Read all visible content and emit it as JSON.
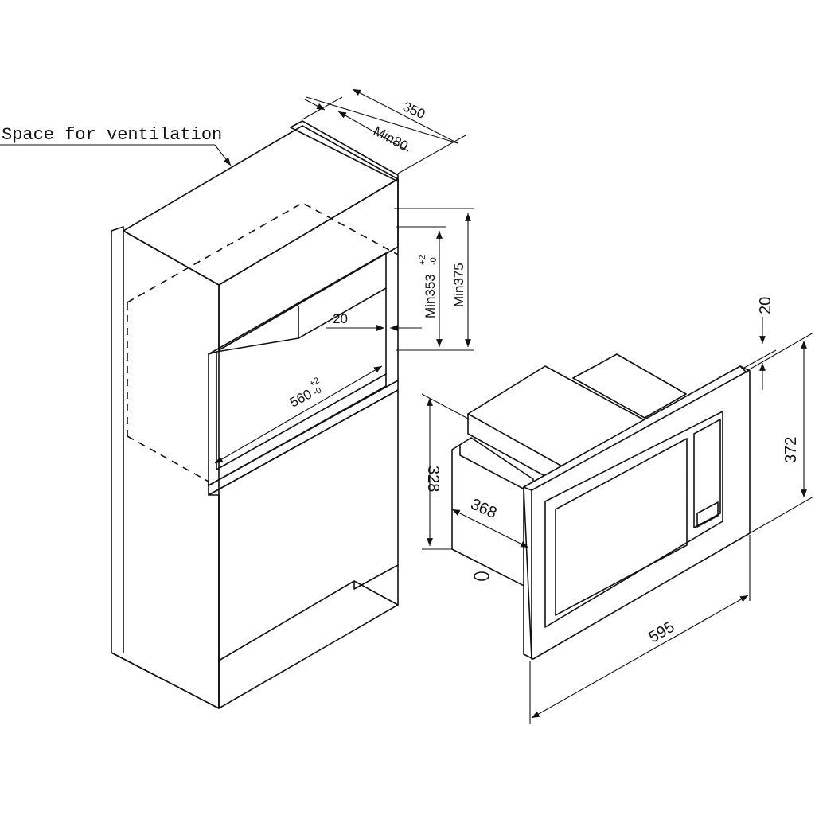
{
  "callout": {
    "ventilation": "Space for ventilation"
  },
  "dimensions": {
    "cabinet_depth": "350",
    "vent_gap": "Min80",
    "opening_height": "Min353",
    "opening_height_tol_plus": "+2",
    "opening_height_tol_minus": "-0",
    "opening_height_outer": "Min375",
    "side_gap": "20",
    "opening_width": "560",
    "opening_width_tol_plus": "+2",
    "opening_width_tol_minus": "-0",
    "frame_top": "20",
    "frame_height": "372",
    "body_height": "328",
    "body_depth": "368",
    "frame_width": "595"
  }
}
